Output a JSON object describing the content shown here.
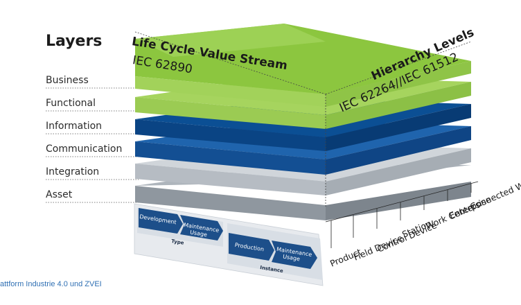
{
  "layers_title": "Layers",
  "layers": [
    "Business",
    "Functional",
    "Information",
    "Communication",
    "Integration",
    "Asset"
  ],
  "life_cycle": {
    "title": "Life Cycle Value Stream",
    "standard": "IEC 62890",
    "type": {
      "label": "Type",
      "steps": [
        "Development",
        "Maintenance Usage"
      ]
    },
    "instance": {
      "label": "Instance",
      "steps": [
        "Production",
        "Maintenance Usage"
      ]
    }
  },
  "hierarchy": {
    "title": "Hierarchy Levels",
    "standard": "IEC 62264//IEC 61512",
    "levels": [
      "Product",
      "Field Device",
      "Control Device",
      "Station",
      "Work Centers",
      "Enterprise",
      "Connected W"
    ]
  },
  "caption": "attform Industrie 4.0 und ZVEI",
  "colors": {
    "green_light": "#a6d45e",
    "green": "#8cc63f",
    "blue_dark": "#0b4f94",
    "blue": "#1f64ad",
    "gray_light": "#c6ccd2",
    "gray": "#9ea6ae",
    "chevron_blue": "#1d4f8a"
  }
}
